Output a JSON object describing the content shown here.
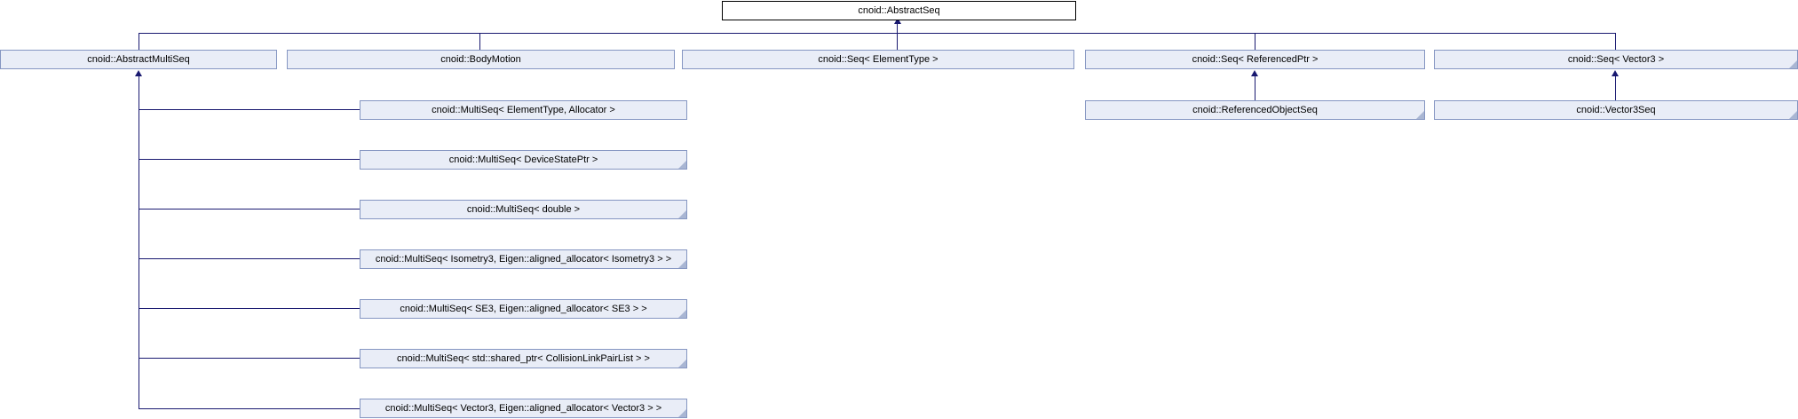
{
  "diagram": {
    "type": "class-inheritance-graph",
    "root": "cnoid::AbstractSeq"
  },
  "colors": {
    "node_fill": "#e9edf7",
    "node_border": "#8596c2",
    "root_fill": "#ffffff",
    "root_border": "#000000",
    "edge": "#191970",
    "fold_marker": "#a9b6d3",
    "text": "#000000",
    "background": "#ffffff"
  },
  "nodes": {
    "abstract_seq": {
      "label": "cnoid::AbstractSeq"
    },
    "abstract_multi_seq": {
      "label": "cnoid::AbstractMultiSeq"
    },
    "body_motion": {
      "label": "cnoid::BodyMotion"
    },
    "seq_element_type": {
      "label": "cnoid::Seq< ElementType >"
    },
    "seq_referenced_ptr": {
      "label": "cnoid::Seq< ReferencedPtr >"
    },
    "seq_vector3": {
      "label": "cnoid::Seq< Vector3 >"
    },
    "multi_seq_element_type": {
      "label": "cnoid::MultiSeq< ElementType, Allocator >"
    },
    "referenced_object_seq": {
      "label": "cnoid::ReferencedObjectSeq"
    },
    "vector3_seq": {
      "label": "cnoid::Vector3Seq"
    },
    "multi_seq_device_state_ptr": {
      "label": "cnoid::MultiSeq< DeviceStatePtr >"
    },
    "multi_seq_double": {
      "label": "cnoid::MultiSeq< double >"
    },
    "multi_seq_isometry3": {
      "label": "cnoid::MultiSeq< Isometry3, Eigen::aligned_allocator< Isometry3 > >"
    },
    "multi_seq_se3": {
      "label": "cnoid::MultiSeq< SE3, Eigen::aligned_allocator< SE3 > >"
    },
    "multi_seq_shared_ptr": {
      "label": "cnoid::MultiSeq< std::shared_ptr< CollisionLinkPairList > >"
    },
    "multi_seq_vector3": {
      "label": "cnoid::MultiSeq< Vector3, Eigen::aligned_allocator< Vector3 > >"
    }
  }
}
